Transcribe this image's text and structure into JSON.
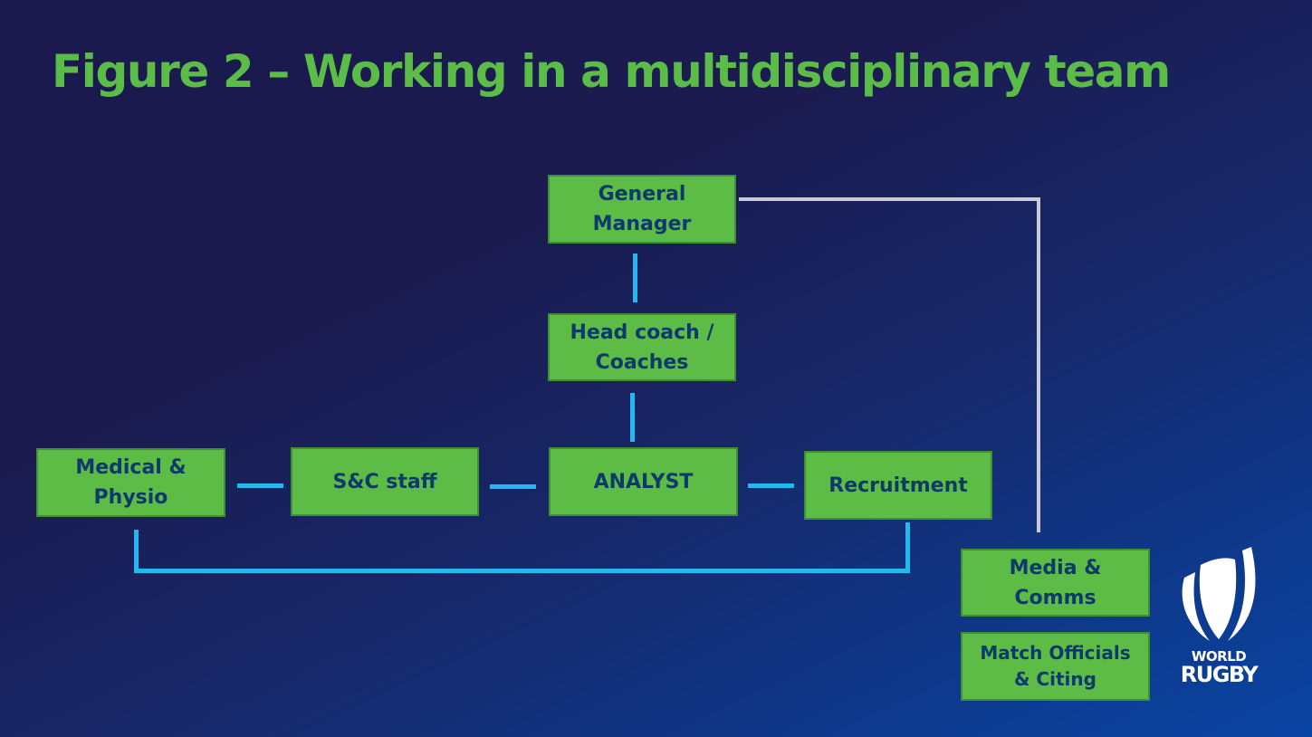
{
  "title": "Figure 2 – Working in a multidisciplinary team",
  "nodes": {
    "general_manager": "General\nManager",
    "head_coach": "Head coach /\nCoaches",
    "medical": "Medical &\nPhysio",
    "sc_staff": "S&C staff",
    "analyst": "ANALYST",
    "recruitment": "Recruitment",
    "media": "Media &\nComms",
    "match_officials": "Match Officials\n& Citing"
  },
  "connections": [
    {
      "from": "General Manager",
      "to": "Head coach / Coaches",
      "color": "#25b7ef"
    },
    {
      "from": "Head coach / Coaches",
      "to": "ANALYST",
      "color": "#25b7ef"
    },
    {
      "from": "Medical & Physio",
      "to": "S&C staff",
      "color": "#25b7ef"
    },
    {
      "from": "S&C staff",
      "to": "ANALYST",
      "color": "#25b7ef"
    },
    {
      "from": "ANALYST",
      "to": "Recruitment",
      "color": "#25b7ef"
    },
    {
      "from": "Medical & Physio",
      "to": "Recruitment",
      "color": "#25b7ef"
    },
    {
      "from": "General Manager",
      "to": "Media & Comms",
      "color": "#c9cad6"
    }
  ],
  "colors": {
    "title": "#5bbd48",
    "box_fill": "#5cbc45",
    "box_text": "#0d3a6b",
    "connector": "#25b7ef",
    "gm_connector": "#c9cad6"
  },
  "logo": {
    "name": "world-rugby-logo",
    "line1": "WORLD",
    "line2": "RUGBY"
  }
}
